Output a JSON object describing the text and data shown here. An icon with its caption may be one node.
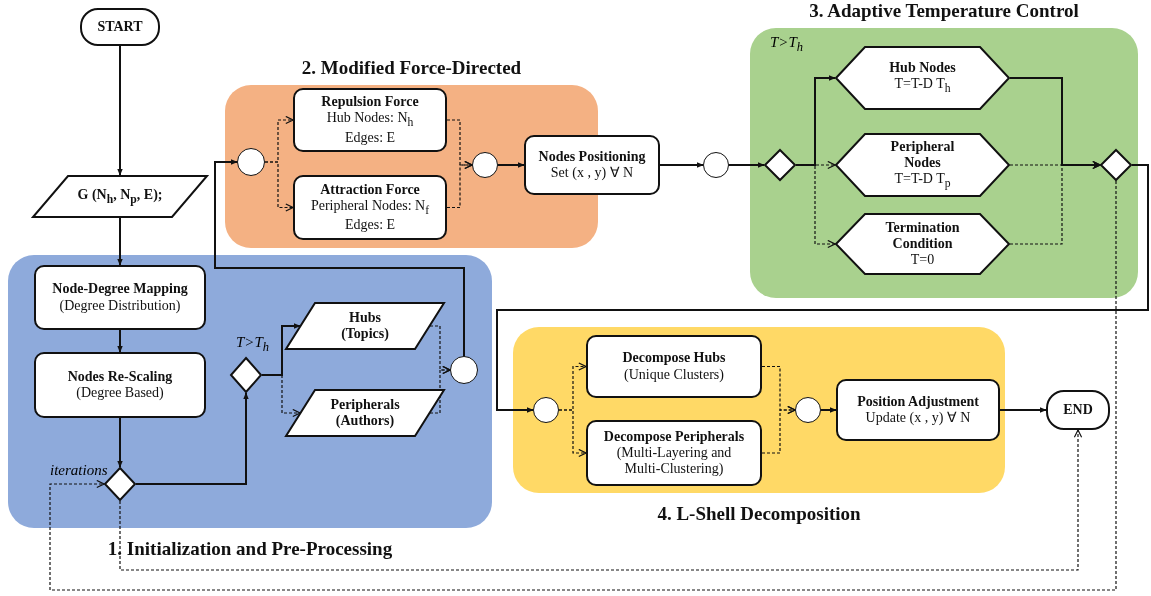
{
  "diagram": {
    "nodes": [
      {
        "text": [
          "START"
        ]
      },
      {
        "text": [
          "G (N$_{h}$, N$_{p}$, E);"
        ]
      },
      {
        "text": [
          "1. Initialization and Pre-Processing"
        ]
      },
      {
        "text": [
          "Node-Degree Mapping",
          "(Degree Distribution)"
        ],
        "in": 2
      },
      {
        "text": [
          "Nodes Re-Scaling",
          "(Degree Based)"
        ],
        "in": 2
      },
      {
        "text": [],
        "shape": "diamond",
        "in": 2
      },
      {
        "text": [],
        "shape": "diamond",
        "in": 2
      },
      {
        "text": [
          "Hubs",
          "(Topics)"
        ],
        "in": 2
      },
      {
        "text": [
          "Peripherals",
          "(Authors)"
        ],
        "in": 2
      },
      {
        "text": [],
        "shape": "circle",
        "in": 2
      },
      {
        "text": [
          "2. Modified Force-Directed"
        ]
      },
      {
        "text": [],
        "shape": "circle",
        "in": 10
      },
      {
        "text": [
          "Repulsion Force",
          "Hub Nodes: N$_{h}$ Edges: E"
        ],
        "in": 10
      },
      {
        "text": [
          "Attraction Force",
          "Peripheral Nodes: N$_{f}$ Edges: E"
        ],
        "in": 10
      },
      {
        "text": [],
        "shape": "circle",
        "in": 10
      },
      {
        "text": [
          "Nodes Positioning",
          "Set (x , y) ∀ N"
        ]
      },
      {
        "text": [],
        "shape": "circle"
      },
      {
        "text": [
          "3. Adaptive Temperature Control"
        ]
      },
      {
        "text": [],
        "shape": "diamond",
        "in": 17
      },
      {
        "text": [
          "Hub Nodes",
          "T=T-D T$_{h}$"
        ],
        "in": 17
      },
      {
        "text": [
          "Peripheral Nodes",
          "T=T-D T$_{p}$"
        ],
        "in": 17
      },
      {
        "text": [
          "Termination Condition",
          "T=0"
        ],
        "in": 17
      },
      {
        "text": [],
        "shape": "diamond",
        "in": 17
      },
      {
        "text": [
          "4. L-Shell Decomposition"
        ]
      },
      {
        "text": [],
        "shape": "circle",
        "in": 23
      },
      {
        "text": [
          "Decompose Hubs",
          "(Unique Clusters)"
        ],
        "in": 23
      },
      {
        "text": [
          "Decompose Peripherals",
          "(Multi-Layering and Multi-Clustering)"
        ],
        "in": 23
      },
      {
        "text": [],
        "shape": "circle",
        "in": 23
      },
      {
        "text": [
          "Position Adjustment",
          "Update (x , y) ∀ N"
        ],
        "in": 23
      },
      {
        "text": [
          "END"
        ]
      }
    ],
    "edges": [
      {
        "from": 0,
        "to": 1,
        "arrow": "to"
      },
      {
        "from": 1,
        "to": 3,
        "arrow": "to"
      },
      {
        "from": 3,
        "to": 4,
        "arrow": "to"
      },
      {
        "from": 4,
        "to": 5,
        "arrow": "to"
      },
      {
        "from": 5,
        "to": 6,
        "arrow": "to"
      },
      {
        "from": 6,
        "to": 7,
        "arrow": "to",
        "label": "T>T$_{h}$"
      },
      {
        "from": 6,
        "to": 8,
        "arrow": "to",
        "style": "dashed"
      },
      {
        "from": 7,
        "to": 9,
        "arrow": "to",
        "style": "dashed"
      },
      {
        "from": 8,
        "to": 9,
        "arrow": "to",
        "style": "dashed"
      },
      {
        "from": 9,
        "to": 11,
        "arrow": "to"
      },
      {
        "from": 11,
        "to": 12,
        "arrow": "to",
        "style": "dashed"
      },
      {
        "from": 11,
        "to": 13,
        "arrow": "to",
        "style": "dashed"
      },
      {
        "from": 12,
        "to": 14,
        "arrow": "to",
        "style": "dashed"
      },
      {
        "from": 13,
        "to": 14,
        "arrow": "to",
        "style": "dashed"
      },
      {
        "from": 14,
        "to": 15,
        "arrow": "to"
      },
      {
        "from": 15,
        "to": 16,
        "arrow": "to"
      },
      {
        "from": 16,
        "to": 18,
        "arrow": "to"
      },
      {
        "from": 18,
        "to": 19,
        "arrow": "to",
        "label": "T>T$_{h}$"
      },
      {
        "from": 18,
        "to": 20,
        "arrow": "to",
        "style": "dashed"
      },
      {
        "from": 18,
        "to": 21,
        "arrow": "to",
        "style": "dashed"
      },
      {
        "from": 19,
        "to": 22,
        "arrow": "to"
      },
      {
        "from": 20,
        "to": 22,
        "arrow": "to",
        "style": "dashed"
      },
      {
        "from": 21,
        "to": 22,
        "arrow": "to",
        "style": "dashed"
      },
      {
        "from": 22,
        "to": 24,
        "arrow": "to"
      },
      {
        "from": 24,
        "to": 25,
        "arrow": "to",
        "style": "dashed"
      },
      {
        "from": 24,
        "to": 26,
        "arrow": "to",
        "style": "dashed"
      },
      {
        "from": 25,
        "to": 27,
        "arrow": "to",
        "style": "dashed"
      },
      {
        "from": 26,
        "to": 27,
        "arrow": "to",
        "style": "dashed"
      },
      {
        "from": 27,
        "to": 28,
        "arrow": "to"
      },
      {
        "from": 28,
        "to": 29,
        "arrow": "to"
      },
      {
        "from": 5,
        "to": 29,
        "arrow": "to",
        "style": "dashed"
      },
      {
        "from": 22,
        "to": 5,
        "arrow": "to",
        "style": "dashed",
        "label": "iterations"
      }
    ]
  }
}
